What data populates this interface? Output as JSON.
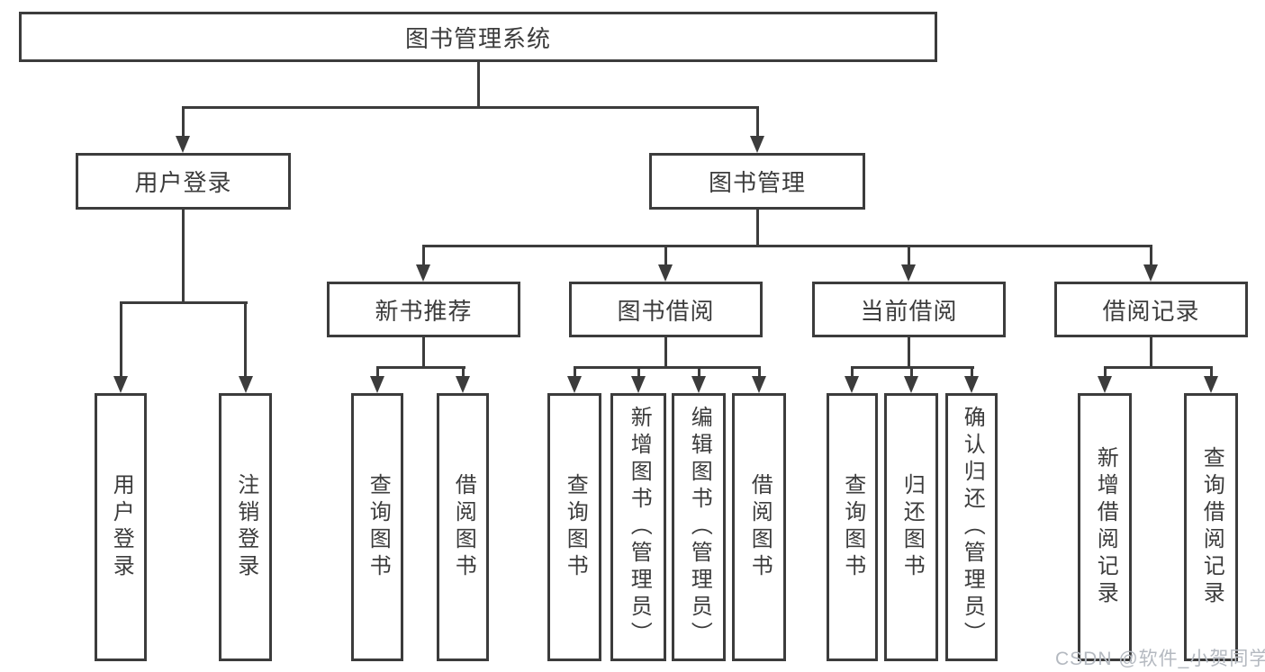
{
  "colors": {
    "line": "#3c3c3c",
    "text": "#3c3c3c",
    "watermark": "#b4b9c0",
    "background": "#ffffff"
  },
  "watermark": {
    "text": "CSDN @软件_小贺同学"
  },
  "tree": {
    "label": "图书管理系统",
    "children": [
      {
        "label": "用户登录",
        "children": [
          {
            "label": "用户登录"
          },
          {
            "label": "注销登录"
          }
        ]
      },
      {
        "label": "图书管理",
        "children": [
          {
            "label": "新书推荐",
            "children": [
              {
                "label": "查询图书"
              },
              {
                "label": "借阅图书"
              }
            ]
          },
          {
            "label": "图书借阅",
            "children": [
              {
                "label": "查询图书"
              },
              {
                "label": "新增图书（管理员）"
              },
              {
                "label": "编辑图书（管理员）"
              },
              {
                "label": "借阅图书"
              }
            ]
          },
          {
            "label": "当前借阅",
            "children": [
              {
                "label": "查询图书"
              },
              {
                "label": "归还图书"
              },
              {
                "label": "确认归还（管理员）"
              }
            ]
          },
          {
            "label": "借阅记录",
            "children": [
              {
                "label": "新增借阅记录"
              },
              {
                "label": "查询借阅记录"
              }
            ]
          }
        ]
      }
    ]
  }
}
